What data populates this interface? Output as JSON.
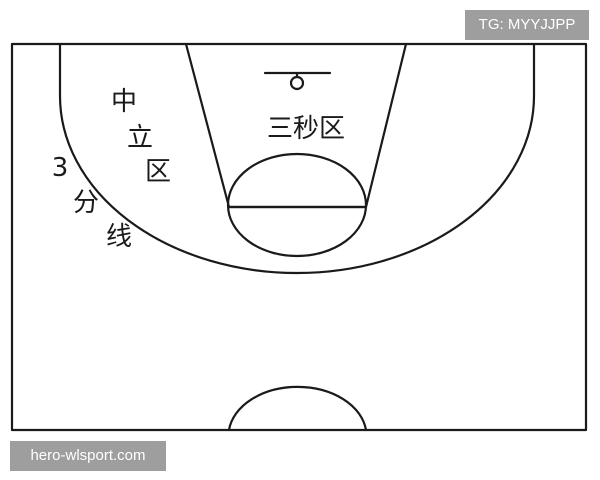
{
  "labels": {
    "neutral_zone": [
      "中",
      "立",
      "区"
    ],
    "three_second_zone": "三秒区",
    "three_point_line": [
      "3",
      "分",
      "线"
    ]
  },
  "watermarks": {
    "telegram": "TG: MYYJJPP",
    "website": "hero-wlsport.com"
  },
  "colors": {
    "line": "#1a1a1a",
    "background": "#ffffff",
    "tag_background": "#9e9e9e",
    "tag_text": "#ffffff"
  }
}
